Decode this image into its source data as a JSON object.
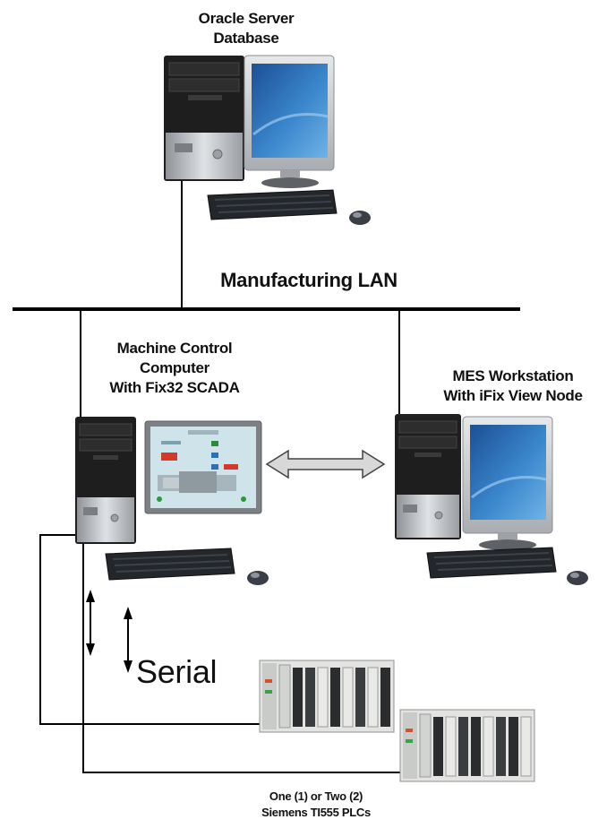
{
  "diagram": {
    "server_label": [
      "Oracle Server",
      "Database"
    ],
    "lan_label": "Manufacturing LAN",
    "mcc_label": [
      "Machine Control",
      "Computer",
      "With Fix32 SCADA"
    ],
    "mes_label": [
      "MES Workstation",
      "With iFix View Node"
    ],
    "serial_label": "Serial",
    "plc_label": [
      "One (1) or Two (2)",
      "Siemens TI555 PLCs"
    ]
  },
  "colors": {
    "tower_dark": "#1f1f1f",
    "tower_silver": "#b9bcc0",
    "monitor_screen": "#2f6fb3",
    "hmi_screen": "#cfe3ea",
    "line": "#000000",
    "arrow_fill": "#d8d8d8"
  },
  "icons": [
    "server-tower-icon",
    "monitor-icon",
    "keyboard-icon",
    "mouse-icon",
    "hmi-panel-icon",
    "plc-rack-icon"
  ]
}
